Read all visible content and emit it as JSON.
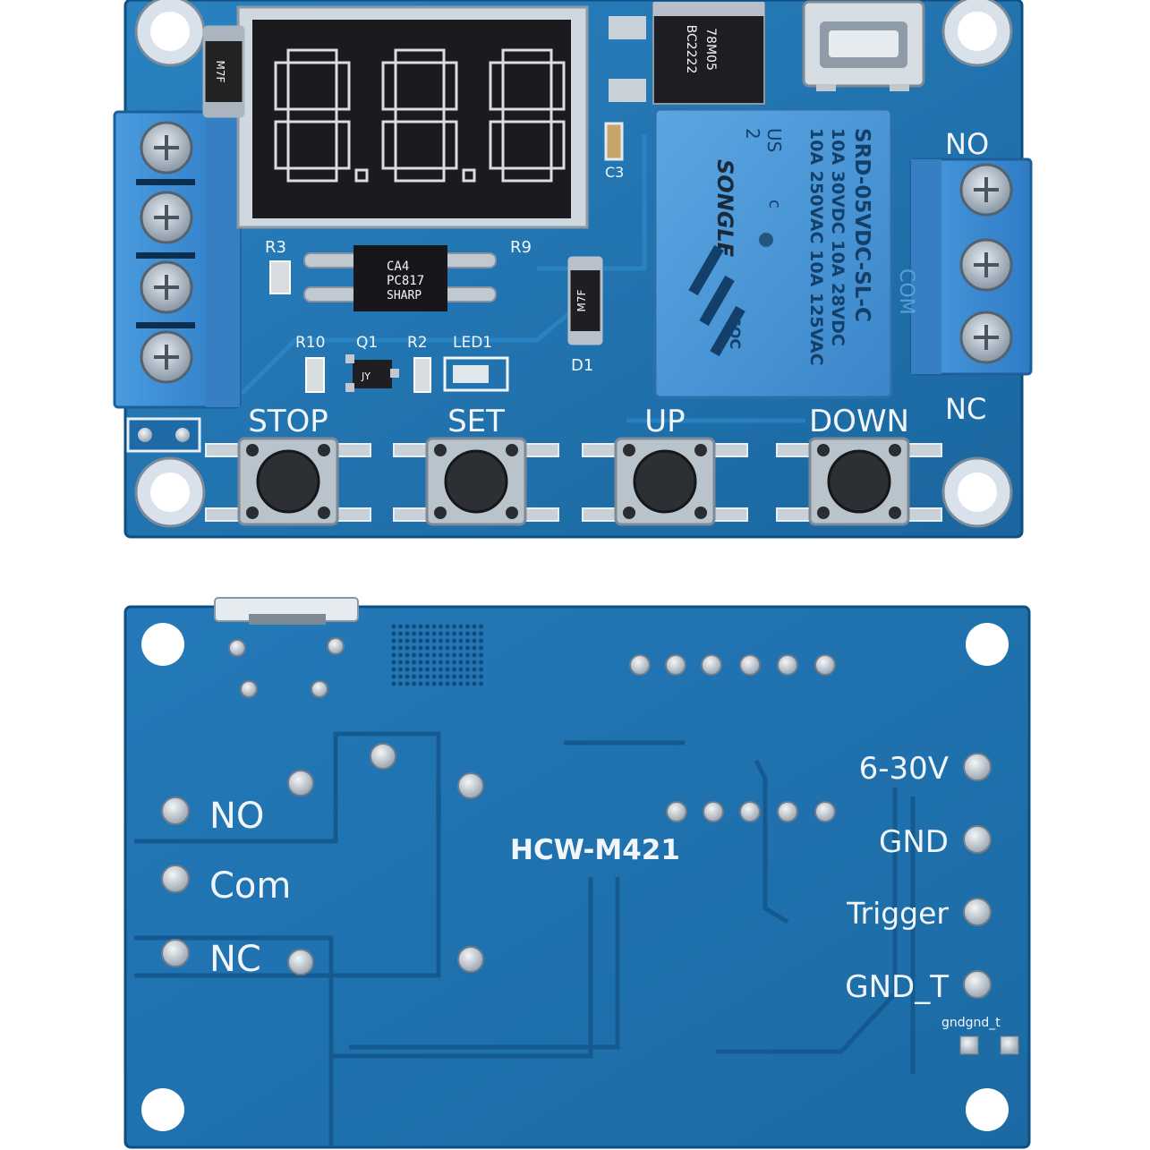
{
  "top_board": {
    "display_text": "8.8.8",
    "refs": {
      "r3": "R3",
      "r9": "R9",
      "c3": "C3",
      "r10": "R10",
      "q1": "Q1",
      "r2": "R2",
      "led1": "LED1",
      "d1": "D1"
    },
    "optocoupler": {
      "line1": "CA4",
      "line2": "PC817",
      "line3": "SHARP"
    },
    "diode_marks": {
      "d_top": "M7F",
      "d1": "M7F"
    },
    "regulator": {
      "line1": "78M05",
      "line2": "BC2222"
    },
    "transistor_mark": "JY",
    "relay": {
      "brand": "SONGLE",
      "cert": "2",
      "cert_us": "US",
      "c_mark": "c",
      "cqc": "CQC",
      "line1": "10A 250VAC  10A 125VAC",
      "line2": "10A 30VDC  10A 28VDC",
      "model": "SRD-05VDC-SL-C"
    },
    "terminal_labels": {
      "no": "NO",
      "nc": "NC",
      "com": "COM"
    },
    "buttons": [
      {
        "label": "STOP"
      },
      {
        "label": "SET"
      },
      {
        "label": "UP"
      },
      {
        "label": "DOWN"
      }
    ]
  },
  "bottom_board": {
    "model": "HCW-M421",
    "relay_labels": {
      "no": "NO",
      "com": "Com",
      "nc": "NC"
    },
    "power_labels": {
      "v": "6-30V",
      "gnd": "GND",
      "trigger": "Trigger",
      "gnd_t": "GND_T"
    },
    "jumper_label": "gndgnd_t"
  },
  "colors": {
    "pcb": "#1f74b0",
    "pcb_dark": "#16598c",
    "terminal_blue": "#3d8fd6",
    "relay_blue": "#4a98d8",
    "silk": "#f2f6fa"
  }
}
